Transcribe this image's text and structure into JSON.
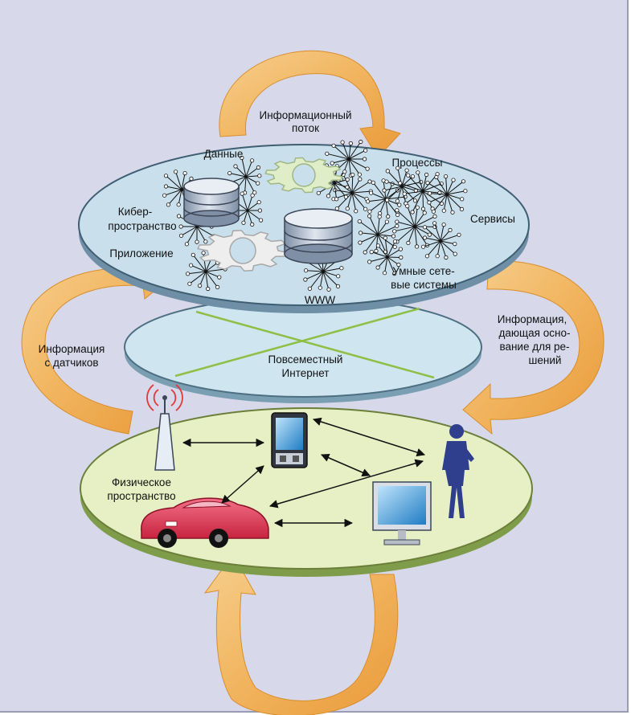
{
  "labels": {
    "info_flow_1": "Информационный",
    "info_flow_2": "поток",
    "data": "Данные",
    "processes": "Процессы",
    "cyber_1": "Кибер-",
    "cyber_2": "пространство",
    "services": "Сервисы",
    "application": "Приложение",
    "smart_1": "Умные сете-",
    "smart_2": "вые системы",
    "www": "WWW",
    "internet_1": "Повсеместный",
    "internet_2": "Интернет",
    "sensor_info_1": "Информация",
    "sensor_info_2": "с датчиков",
    "decision_info_1": "Информация,",
    "decision_info_2": "дающая осно-",
    "decision_info_3": "вание для ре-",
    "decision_info_4": "шений",
    "physical_1": "Физическое",
    "physical_2": "пространство"
  },
  "colors": {
    "background": "#d7d8ea",
    "cyber_layer": "#c9e0ec",
    "internet_layer": "#cfe6f0",
    "physical_layer": "#e6f0c4",
    "arrow": "#f1b45e",
    "grid_line": "#8fbf46",
    "car": "#e23c5c",
    "person": "#2f3f8e",
    "screen": "#2a8ad0"
  },
  "icons": [
    "database-icon",
    "gear-icon",
    "network-burst-icon",
    "antenna-icon",
    "smartphone-icon",
    "car-icon",
    "monitor-icon",
    "person-icon"
  ]
}
